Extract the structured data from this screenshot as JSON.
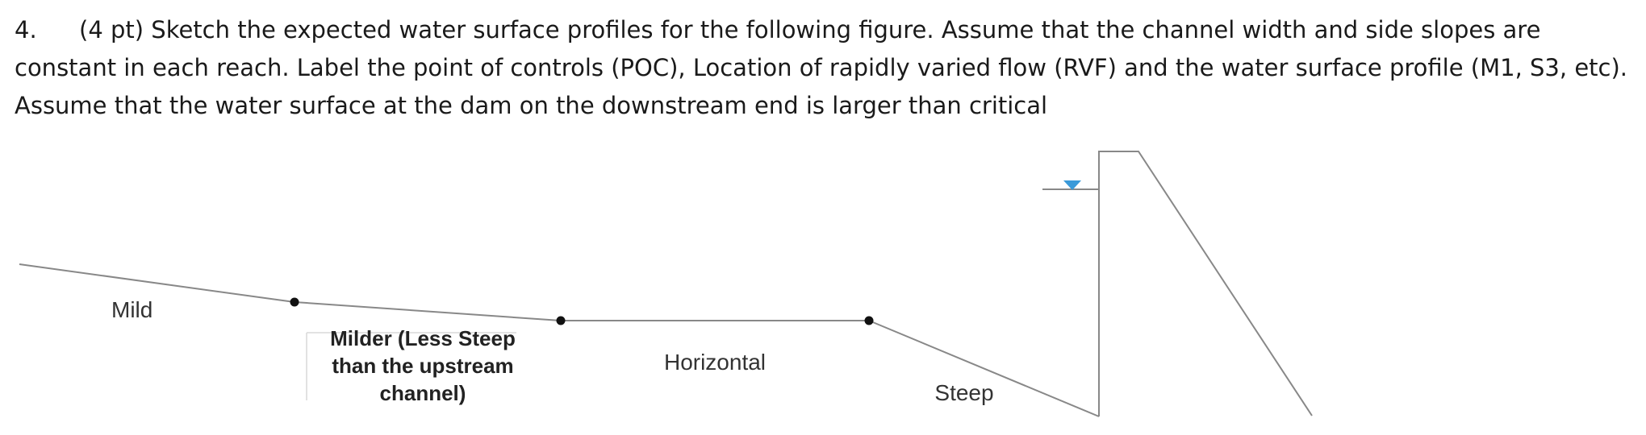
{
  "question": {
    "number": "4.",
    "text": "(4 pt) Sketch the expected water surface profiles for the following figure.  Assume that the channel width and side slopes are constant in each reach.  Label the point of controls (POC), Location of rapidly varied flow (RVF) and the water surface profile (M1, S3, etc).  Assume that the water surface at the dam on the downstream end is larger than critical"
  },
  "figure": {
    "reaches": [
      {
        "label_lines": [
          "Mild"
        ]
      },
      {
        "label_lines": [
          "Milder (Less Steep",
          "than the upstream",
          "channel)"
        ]
      },
      {
        "label_lines": [
          "Horizontal"
        ]
      },
      {
        "label_lines": [
          "Steep"
        ]
      }
    ],
    "colors": {
      "channel_line": "#888888",
      "break_point": "#111111",
      "water_symbol": "#3a9ad9",
      "label_box": "#d8d8d8"
    }
  }
}
